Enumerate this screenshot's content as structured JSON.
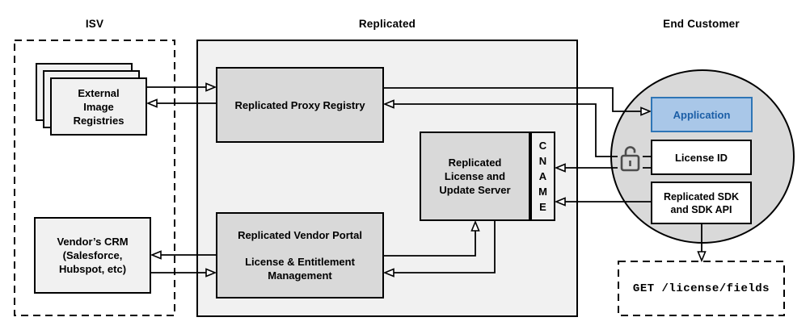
{
  "headers": {
    "isv": "ISV",
    "replicated": "Replicated",
    "end_customer": "End Customer"
  },
  "nodes": {
    "external_registries": {
      "line1": "External",
      "line2": "Image",
      "line3": "Registries"
    },
    "vendor_crm": {
      "line1": "Vendor’s CRM",
      "line2": "(Salesforce,",
      "line3": "Hubspot, etc)"
    },
    "proxy_registry": {
      "label": "Replicated Proxy Registry"
    },
    "license_update_server": {
      "line1": "Replicated",
      "line2": "License and",
      "line3": "Update Server"
    },
    "cname": {
      "l1": "C",
      "l2": "N",
      "l3": "A",
      "l4": "M",
      "l5": "E"
    },
    "vendor_portal": {
      "title": "Replicated Vendor Portal",
      "line1": "License & Entitlement",
      "line2": "Management"
    },
    "application": {
      "label": "Application"
    },
    "license_id": {
      "label": "License ID"
    },
    "replicated_sdk": {
      "line1": "Replicated SDK",
      "line2": "and SDK API"
    },
    "get_endpoint": {
      "label": "GET /license/fields"
    }
  },
  "icons": {
    "lock": "open-lock-icon"
  },
  "edges": [
    {
      "from": "external-image-registries",
      "to": "proxy-registry"
    },
    {
      "from": "proxy-registry",
      "to": "external-image-registries"
    },
    {
      "from": "vendor-portal",
      "to": "vendors-crm"
    },
    {
      "from": "vendors-crm",
      "to": "vendor-portal"
    },
    {
      "from": "vendor-portal",
      "to": "license-update-server"
    },
    {
      "from": "license-update-server",
      "to": "vendor-portal"
    },
    {
      "from": "proxy-registry",
      "to": "application"
    },
    {
      "from": "license-id",
      "to": "proxy-registry"
    },
    {
      "from": "license-id",
      "to": "cname"
    },
    {
      "from": "replicated-sdk",
      "to": "cname"
    },
    {
      "from": "replicated-sdk",
      "to": "get-license-fields"
    }
  ],
  "colors": {
    "line": "#000000",
    "node_gray": "#d9d9d9",
    "panel_gray": "#f1f1f1",
    "circle_gray": "#d9d9d9",
    "app_fill": "#a9c7e8",
    "app_border": "#2e75b6",
    "app_text": "#1b5ea6",
    "lock_stroke": "#4d4d4d"
  },
  "arrow_style": "hollow-triangle"
}
